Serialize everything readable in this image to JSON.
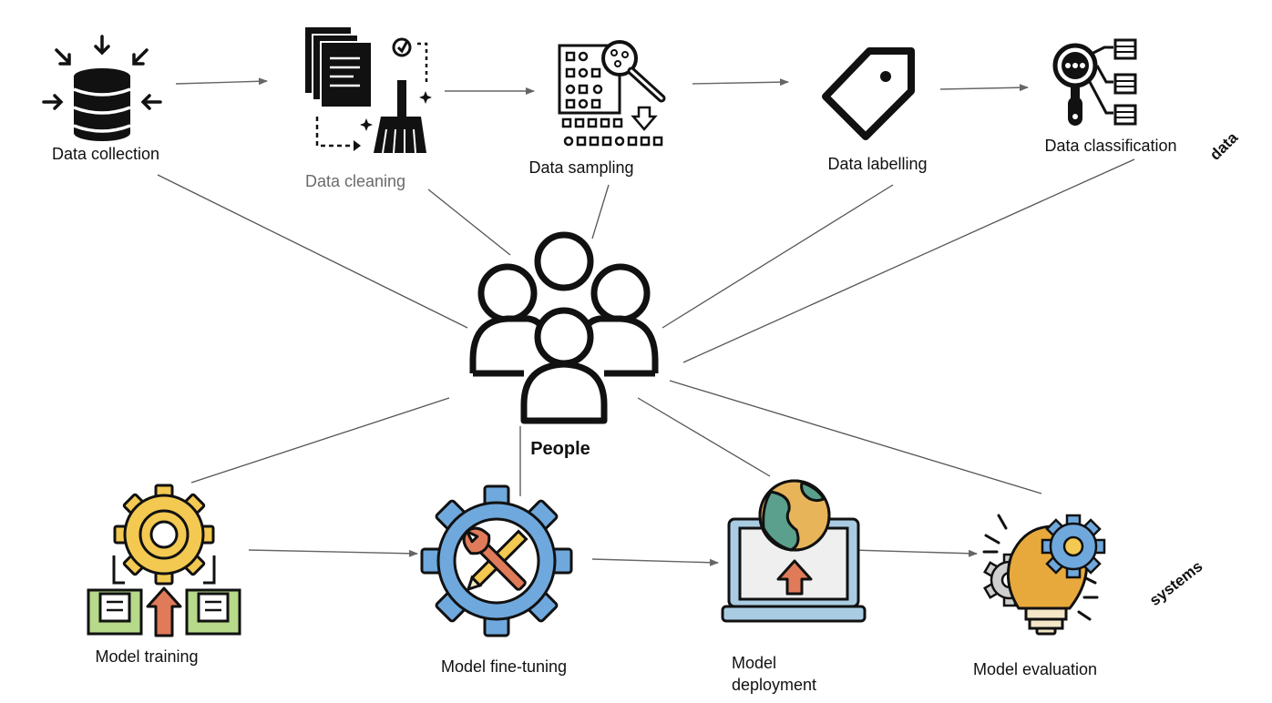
{
  "center": {
    "label": "People",
    "icon": "people-group-icon"
  },
  "group_labels": {
    "top": "data",
    "bottom": "systems"
  },
  "data_nodes": [
    {
      "label": "Data collection",
      "icon": "database-inflow-icon"
    },
    {
      "label": "Data cleaning",
      "icon": "document-broom-icon"
    },
    {
      "label": "Data sampling",
      "icon": "grid-magnifier-icon"
    },
    {
      "label": "Data labelling",
      "icon": "tag-icon"
    },
    {
      "label": "Data classification",
      "icon": "magnifier-categories-icon"
    }
  ],
  "system_nodes": [
    {
      "label": "Model training",
      "icon": "gear-flowchart-icon"
    },
    {
      "label": "Model fine-tuning",
      "icon": "gear-wrench-pencil-icon"
    },
    {
      "label": "Model\ndeployment",
      "icon": "laptop-globe-icon"
    },
    {
      "label": "Model evaluation",
      "icon": "lightbulb-gears-icon"
    }
  ],
  "colors": {
    "line": "#555555",
    "gear_yellow": "#f3c952",
    "gear_blue": "#6fa8dc",
    "green": "#b6d98a",
    "orange_red": "#e07b5a",
    "globe_green": "#5aa08c",
    "globe_orange": "#e8b45a",
    "screen_blue": "#a9cce3"
  }
}
